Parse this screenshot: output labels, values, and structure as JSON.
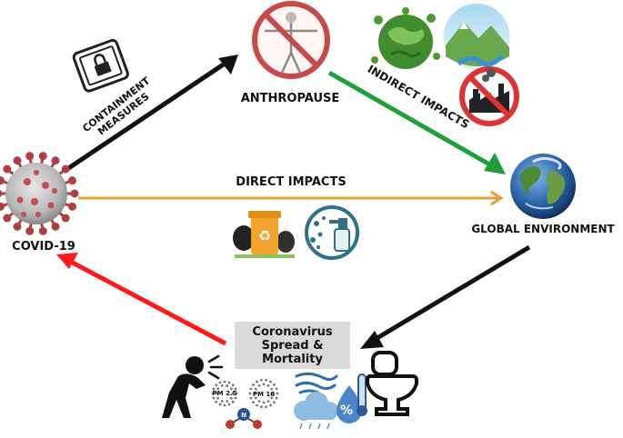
{
  "nodes": {
    "covid": "COVID-19",
    "anthropause": "ANTHROPAUSE",
    "global_environment": "GLOBAL ENVIRONMENT",
    "spread_box": [
      "Coronavirus",
      "Spread &",
      "Mortality"
    ]
  },
  "edges": {
    "containment_1": "CONTAINMENT",
    "containment_2": "MEASURES",
    "indirect": "INDIRECT IMPACTS",
    "direct": "DIRECT IMPACTS"
  },
  "pollutants": {
    "pm25": "PM 2.5",
    "pm10": "PM 10",
    "no2": "N",
    "humidity": "%"
  },
  "colors": {
    "containment_arrow": "#111111",
    "indirect_arrow": "#1f9e3a",
    "direct_arrow": "#e2a03c",
    "return_arrow": "#ff1a1a",
    "spread_arrow": "#111111",
    "virus": "#c0504d",
    "box": "#d9d9d9"
  },
  "icons": [
    "covid-virus-icon",
    "lockdown-device-icon",
    "no-human-icon",
    "green-earth-icon",
    "landscape-icon",
    "no-factory-icon",
    "globe-icon",
    "waste-bin-icon",
    "disinfectant-spray-icon",
    "coughing-person-icon",
    "pm25-icon",
    "pm10-icon",
    "no2-molecule-icon",
    "wind-icon",
    "rain-cloud-icon",
    "humidity-icon",
    "toilet-icon"
  ]
}
